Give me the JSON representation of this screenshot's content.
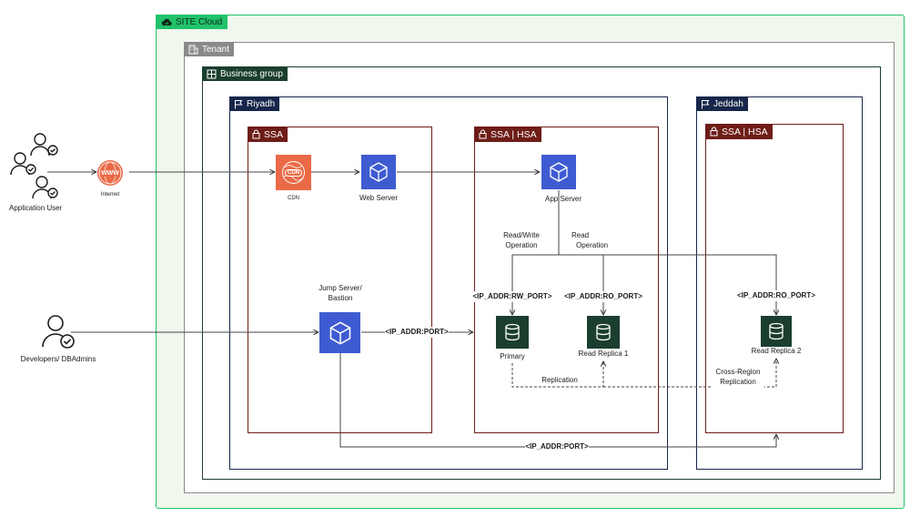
{
  "containers": {
    "cloud": "SITE Cloud",
    "tenant": "Tenant",
    "business_group": "Business group",
    "riyadh": "Riyadh",
    "jeddah": "Jeddah",
    "ssa_riyadh": "SSA",
    "ssa_hsa_riyadh": "SSA | HSA",
    "ssa_hsa_jeddah": "SSA | HSA"
  },
  "actors": {
    "application_user": "Application User",
    "developers": "Developers/ DBAdmins",
    "internet": "Internet",
    "internet_glyph": "WWW"
  },
  "nodes": {
    "cdn": "CDN",
    "cdn_glyph": "CDN",
    "web_server": "Web Server",
    "app_server": "App Server",
    "jump_server_line1": "Jump Server/",
    "jump_server_line2": "Bastion",
    "primary": "Primary",
    "read_replica_1": "Read Replica 1",
    "read_replica_2": "Read Replica 2"
  },
  "edges": {
    "read_write_line1": "Read/Write",
    "read_write_line2": "Operation",
    "read_line1": "Read",
    "read_line2": "Operation",
    "rw_port": "<IP_ADDR:RW_PORT>",
    "ro_port_1": "<IP_ADDR:RO_PORT>",
    "ro_port_2": "<IP_ADDR:RO_PORT>",
    "jump_port": "<IP_ADDR:PORT>",
    "bottom_port": "<IP_ADDR:PORT>",
    "replication": "Replication",
    "cross_region_line1": "Cross-Region",
    "cross_region_line2": "Replication"
  },
  "colors": {
    "cloud_green": "#21c26a",
    "cloud_bg": "#f2f7ee",
    "tenant_gray": "#8a8a8a",
    "business_green": "#1b3e2e",
    "region_navy": "#17264a",
    "ssa_maroon": "#6e1d17",
    "compute_blue": "#3f5bd2",
    "db_green": "#1b3e2e",
    "cdn_orange": "#ea6a47"
  }
}
